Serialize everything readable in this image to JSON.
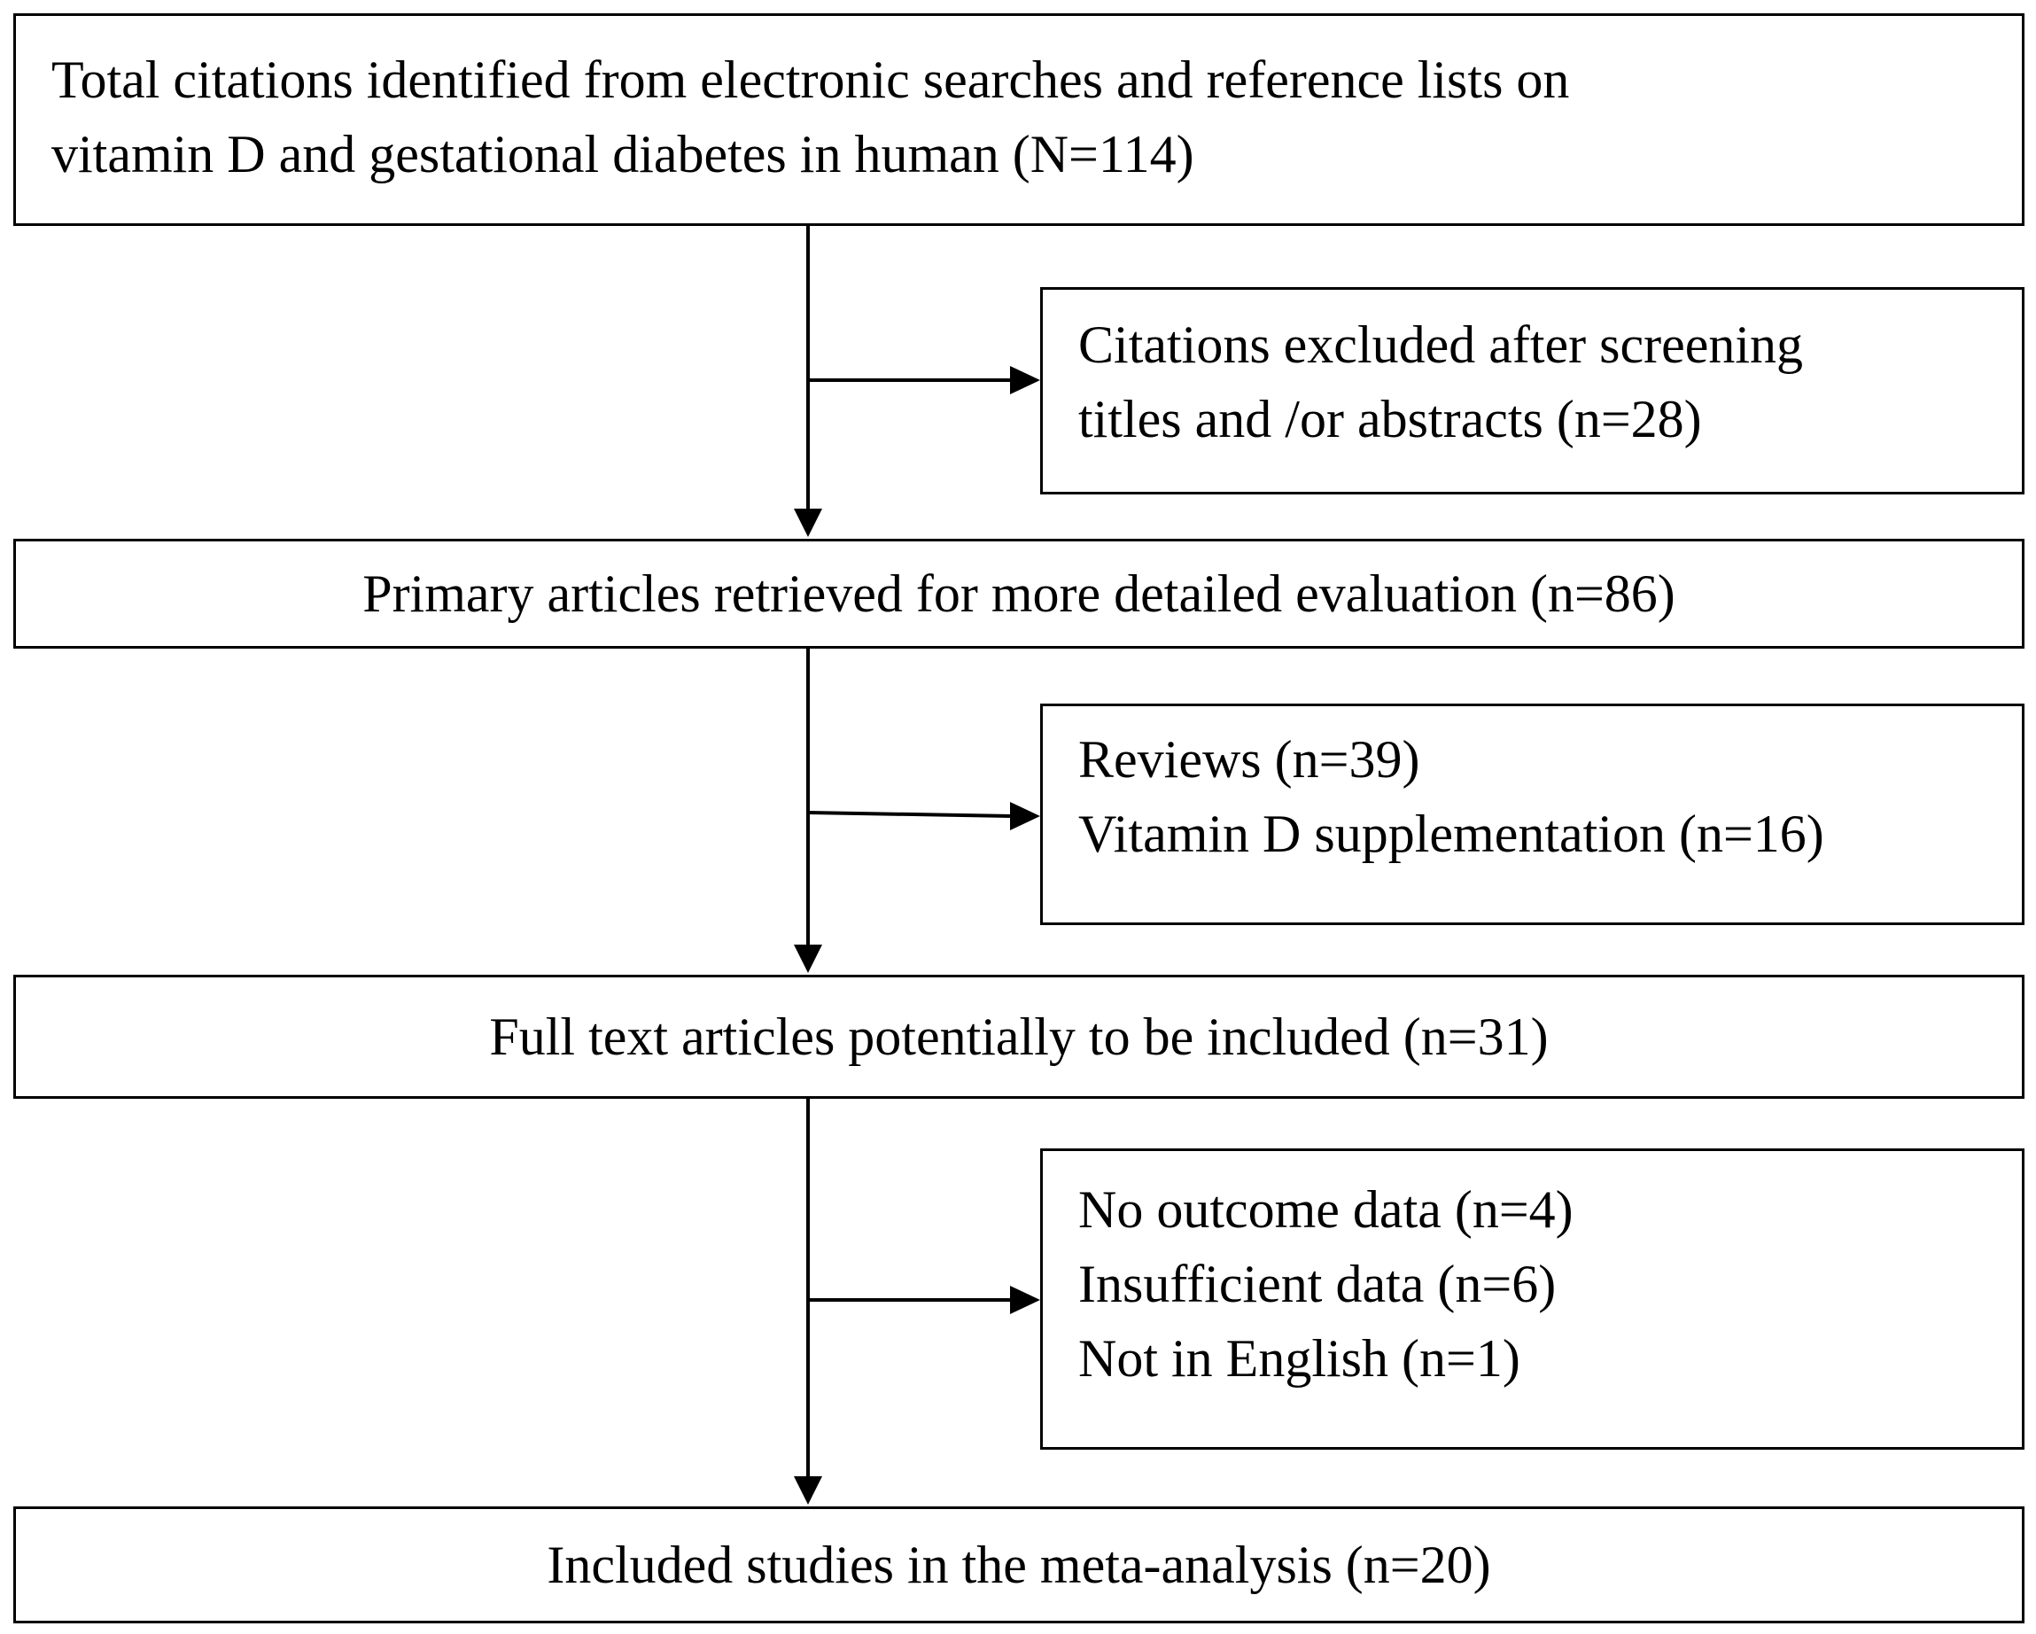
{
  "flow": {
    "identified": {
      "line1": "Total citations identified from electronic searches and reference lists on",
      "line2": "vitamin D and gestational diabetes in human (N=114)"
    },
    "excluded_screening": {
      "line1": "Citations excluded after screening",
      "line2": "titles and /or abstracts (n=28)"
    },
    "retrieved": {
      "text": "Primary articles retrieved for more detailed evaluation (n=86)"
    },
    "excluded_evaluation": {
      "line1": "Reviews (n=39)",
      "line2": "Vitamin D supplementation (n=16)"
    },
    "full_text": {
      "text": "Full text articles potentially to be included (n=31)"
    },
    "excluded_full_text": {
      "line1": "No outcome data (n=4)",
      "line2": "Insufficient data (n=6)",
      "line3": "Not in English (n=1)"
    },
    "included": {
      "text": "Included studies in the meta-analysis (n=20)"
    }
  }
}
